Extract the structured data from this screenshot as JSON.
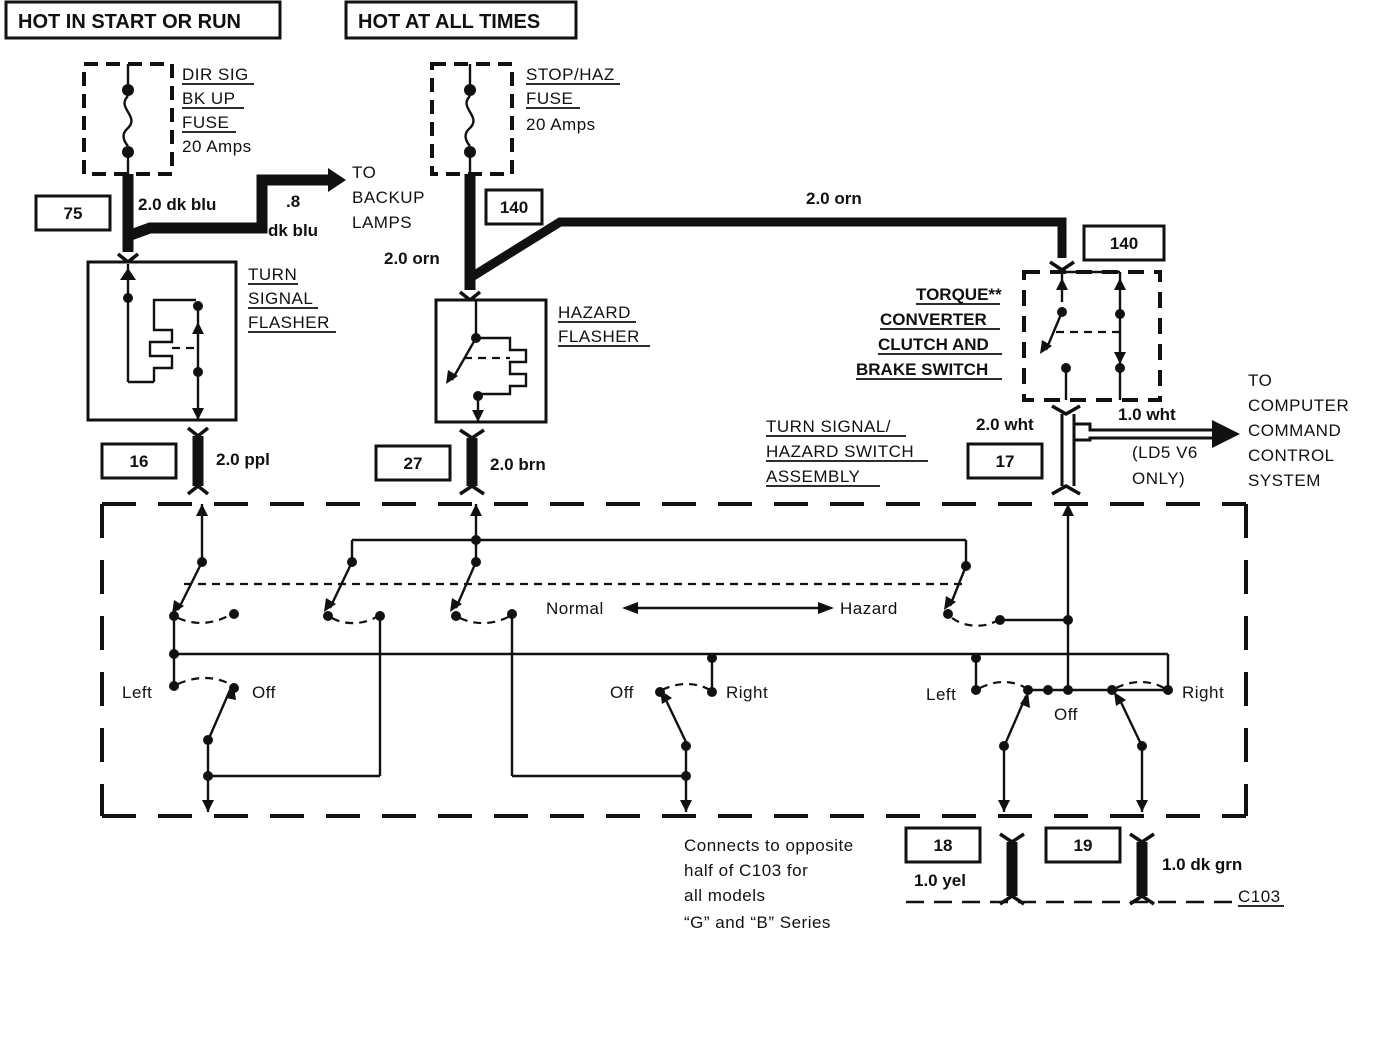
{
  "headers": {
    "hot_start_run": "HOT IN START OR RUN",
    "hot_all_times": "HOT AT ALL TIMES"
  },
  "fuses": {
    "dir_sig": [
      "DIR SIG",
      "BK UP",
      "FUSE",
      "20 Amps"
    ],
    "stop_haz": [
      "STOP/HAZ",
      "FUSE",
      "20 Amps"
    ]
  },
  "circuits": {
    "c75": "75",
    "c140a": "140",
    "c140b": "140",
    "c16": "16",
    "c27": "27",
    "c17": "17",
    "c18": "18",
    "c19": "19"
  },
  "wires": {
    "dk_blu_20": "2.0 dk blu",
    "dk_blu_08": [
      ".8",
      "dk blu"
    ],
    "orn_left": "2.0 orn",
    "orn_top": "2.0 orn",
    "ppl": "2.0 ppl",
    "brn": "2.0 brn",
    "wht20": "2.0 wht",
    "wht10": "1.0 wht",
    "yel": "1.0 yel",
    "dk_grn": "1.0 dk grn"
  },
  "destinations": {
    "backup_lamps": [
      "TO",
      "BACKUP",
      "LAMPS"
    ],
    "computer": [
      "TO",
      "COMPUTER",
      "COMMAND",
      "CONTROL",
      "SYSTEM"
    ],
    "ld5_note": [
      "(LD5 V6",
      "ONLY)"
    ]
  },
  "components": {
    "turn_flasher": [
      "TURN",
      "SIGNAL",
      "FLASHER"
    ],
    "hazard_flasher": [
      "HAZARD",
      "FLASHER"
    ],
    "torque_switch": [
      "TORQUE**",
      "CONVERTER",
      "CLUTCH AND",
      "BRAKE SWITCH"
    ],
    "switch_assembly": [
      "TURN SIGNAL/",
      "HAZARD SWITCH",
      "ASSEMBLY"
    ]
  },
  "switch_positions": {
    "normal": "Normal",
    "hazard": "Hazard",
    "left1": "Left",
    "off1": "Off",
    "off2": "Off",
    "right1": "Right",
    "left2": "Left",
    "off3": "Off",
    "right2": "Right"
  },
  "connector": "C103",
  "note": [
    "Connects to opposite",
    "half of C103 for",
    "all models",
    "“G” and “B” Series"
  ]
}
